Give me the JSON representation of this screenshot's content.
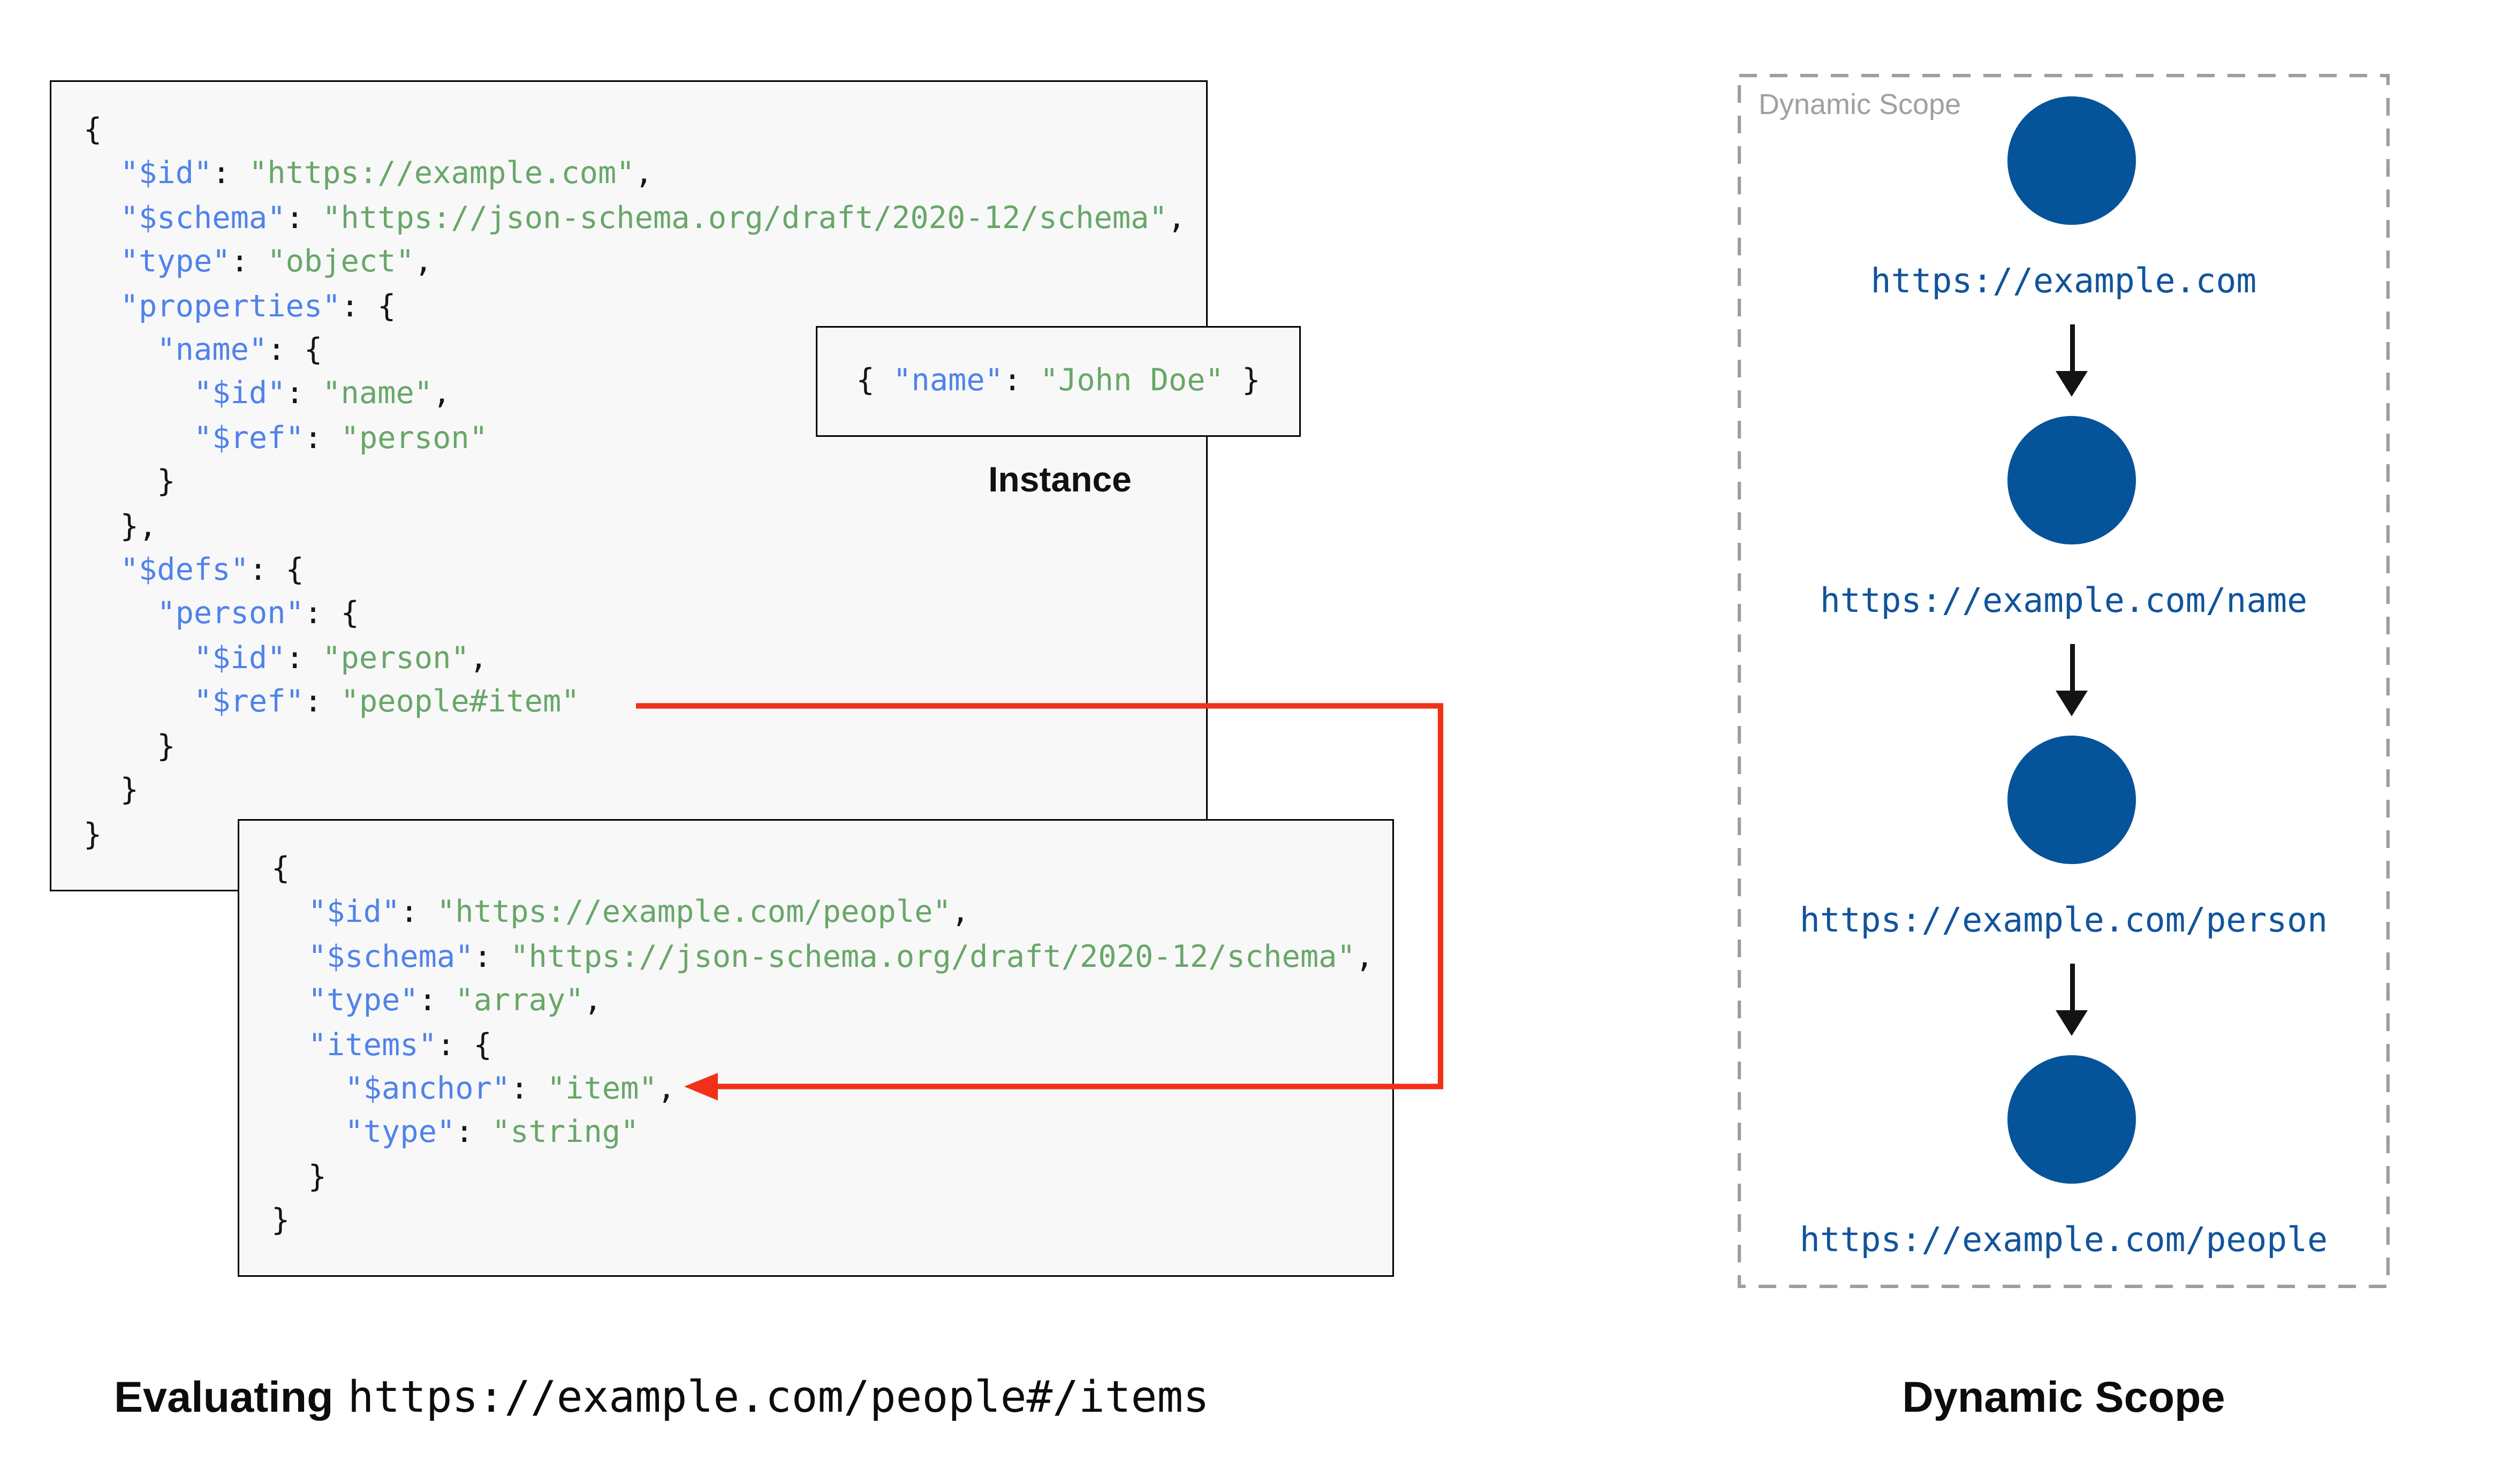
{
  "colors": {
    "key": "#4f83ea",
    "string": "#68a768",
    "plain": "#151515",
    "red_arrow": "#f23019",
    "circle_blue": "#05549a",
    "url_blue": "#11549b",
    "label_gray": "#a0a0a0",
    "dash_gray": "#9e9e9e",
    "box_bg": "#f8f8f9"
  },
  "schema1": {
    "lines": [
      "{",
      "  \"$id\": \"https://example.com\",",
      "  \"$schema\": \"https://json-schema.org/draft/2020-12/schema\",",
      "  \"type\": \"object\",",
      "  \"properties\": {",
      "    \"name\": {",
      "      \"$id\": \"name\",",
      "      \"$ref\": \"person\"",
      "    }",
      "  },",
      "  \"$defs\": {",
      "    \"person\": {",
      "      \"$id\": \"person\",",
      "      \"$ref\": \"people#item\"",
      "    }",
      "  }",
      "}"
    ]
  },
  "schema2": {
    "lines": [
      "{",
      "  \"$id\": \"https://example.com/people\",",
      "  \"$schema\": \"https://json-schema.org/draft/2020-12/schema\",",
      "  \"type\": \"array\",",
      "  \"items\": {",
      "    \"$anchor\": \"item\",",
      "    \"type\": \"string\"",
      "  }",
      "}"
    ]
  },
  "instance": {
    "lines": [
      "{ \"name\": \"John Doe\" }"
    ],
    "label": "Instance"
  },
  "dynamic_scope": {
    "panel_label": "Dynamic Scope",
    "caption": "Dynamic Scope",
    "nodes": [
      {
        "url": "https://example.com"
      },
      {
        "url": "https://example.com/name"
      },
      {
        "url": "https://example.com/person"
      },
      {
        "url": "https://example.com/people"
      }
    ]
  },
  "evaluating": {
    "prefix": "Evaluating",
    "target": "https://example.com/people#/items"
  }
}
